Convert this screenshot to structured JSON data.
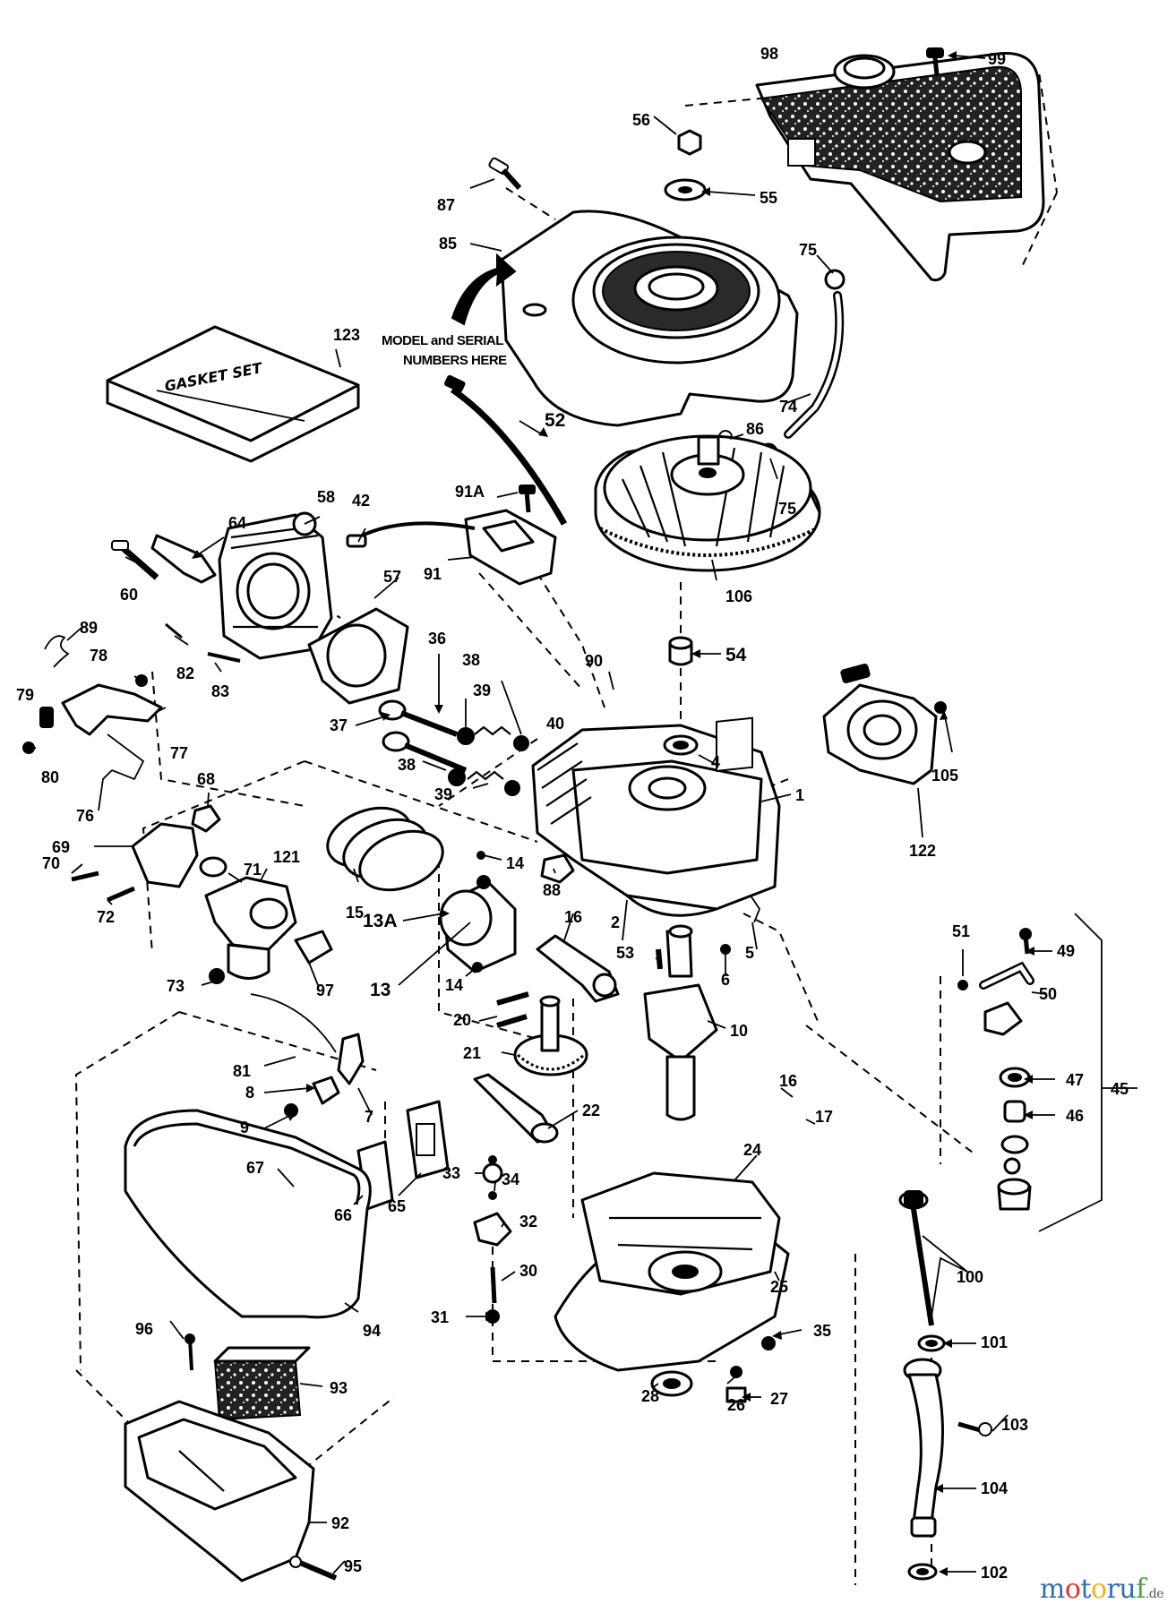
{
  "title": "",
  "notes": {
    "model_serial_line1": "MODEL and SERIAL",
    "model_serial_line2": "NUMBERS HERE",
    "gasket_set": "GASKET SET"
  },
  "watermark": {
    "text": "motoruf",
    "tld": ".de"
  },
  "colors": {
    "line": "#000000",
    "background": "#ffffff",
    "watermark_blue": "#2f6fb5"
  },
  "callouts": [
    "98",
    "99",
    "56",
    "55",
    "87",
    "85",
    "75",
    "123",
    "74",
    "52",
    "86",
    "75",
    "91A",
    "58",
    "42",
    "64",
    "60",
    "91",
    "106",
    "57",
    "89",
    "82",
    "83",
    "36",
    "90",
    "54",
    "78",
    "38",
    "39",
    "40",
    "4",
    "79",
    "77",
    "37",
    "38",
    "39",
    "1",
    "80",
    "105",
    "68",
    "76",
    "122",
    "69",
    "121",
    "71",
    "70",
    "72",
    "15",
    "14",
    "88",
    "16",
    "2",
    "53",
    "5",
    "6",
    "13A",
    "51",
    "49",
    "13",
    "97",
    "73",
    "14",
    "20",
    "50",
    "10",
    "21",
    "81",
    "16",
    "17",
    "47",
    "45",
    "8",
    "22",
    "46",
    "9",
    "7",
    "24",
    "67",
    "33",
    "34",
    "66",
    "65",
    "32",
    "100",
    "25",
    "30",
    "94",
    "35",
    "31",
    "101",
    "96",
    "26",
    "28",
    "27",
    "93",
    "103",
    "104",
    "92",
    "102",
    "95"
  ]
}
